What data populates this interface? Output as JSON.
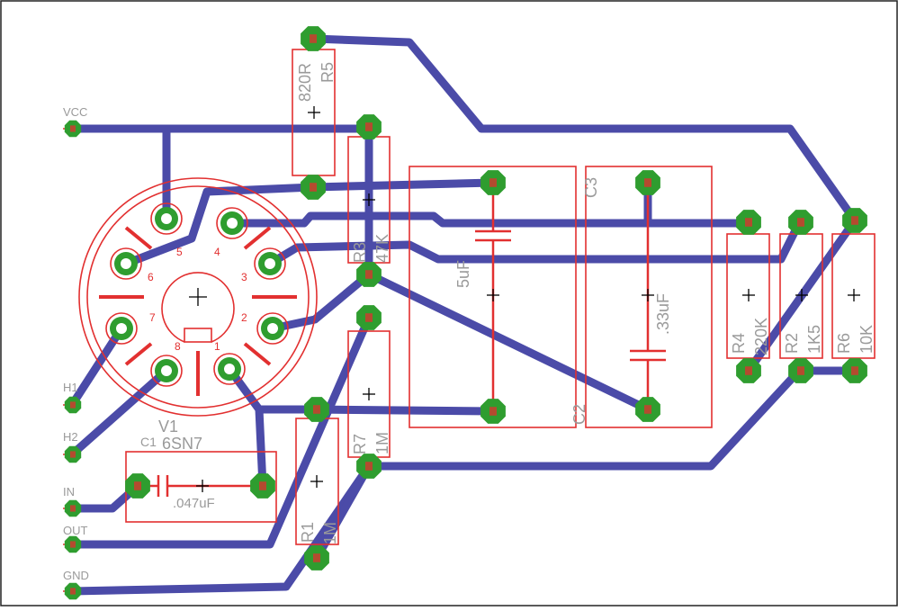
{
  "labels": {
    "vcc": "VCC",
    "h1": "H1",
    "h2": "H2",
    "in": "IN",
    "out": "OUT",
    "gnd": "GND",
    "tube_name": "V1",
    "tube_value": "6SN7",
    "c1_name": "C1",
    "c1_value": ".047uF",
    "c2_name": "C2",
    "c2_value": "5uF",
    "c3_name": "C3",
    "c3_value": ".33uF",
    "r1_name": "R1",
    "r1_value": "1M",
    "r2_name": "R2",
    "r2_value": "1K5",
    "r3_name": "R3",
    "r3_value": "47K",
    "r4_name": "R4",
    "r4_value": "220K",
    "r5_name": "R5",
    "r5_value": "820R",
    "r6_name": "R6",
    "r6_value": "10K",
    "r7_name": "R7",
    "r7_value": "1M"
  },
  "tube_pins": [
    "1",
    "2",
    "3",
    "4",
    "5",
    "6",
    "7",
    "8"
  ],
  "colors": {
    "trace": "#4b4ba8",
    "outline": "#e23030",
    "pad": "#2f9d2f",
    "label": "#9a9a9a"
  }
}
